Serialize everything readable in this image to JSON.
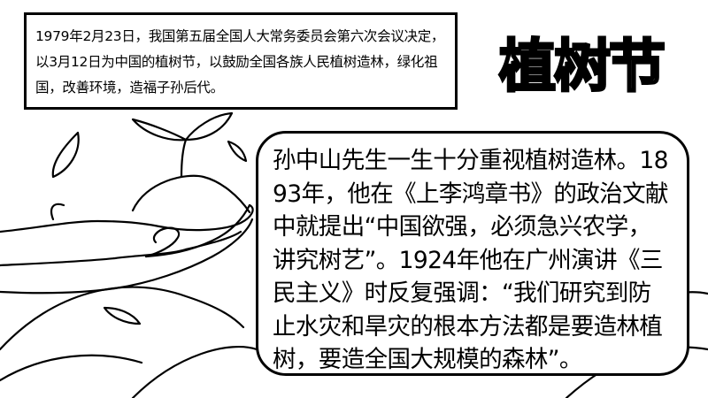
{
  "intro": {
    "text": "1979年2月23日，我国第五届全国人大常务委员会第六次会议决定，以3月12日为中国的植树节，以鼓励全国各族人民植树造林，绿化祖国，改善环境，造福子孙后代。"
  },
  "title": {
    "text": "植树节"
  },
  "main": {
    "text": "孙中山先生一生十分重视植树造林。1893年，他在《上李鸿章书》的政治文献中就提出“中国欲强，必须急兴农学，讲究树艺”。1924年他在广州演讲《三民主义》时反复强调：“我们研究到防止水灾和旱灾的根本方法都是要造林植树，要造全国大规模的森林”。"
  },
  "colors": {
    "ink": "#000000",
    "paper": "#ffffff"
  },
  "icons": [
    "hands-holding-soil-icon",
    "seedling-icon",
    "leaf-icon",
    "hill-outline-icon"
  ]
}
